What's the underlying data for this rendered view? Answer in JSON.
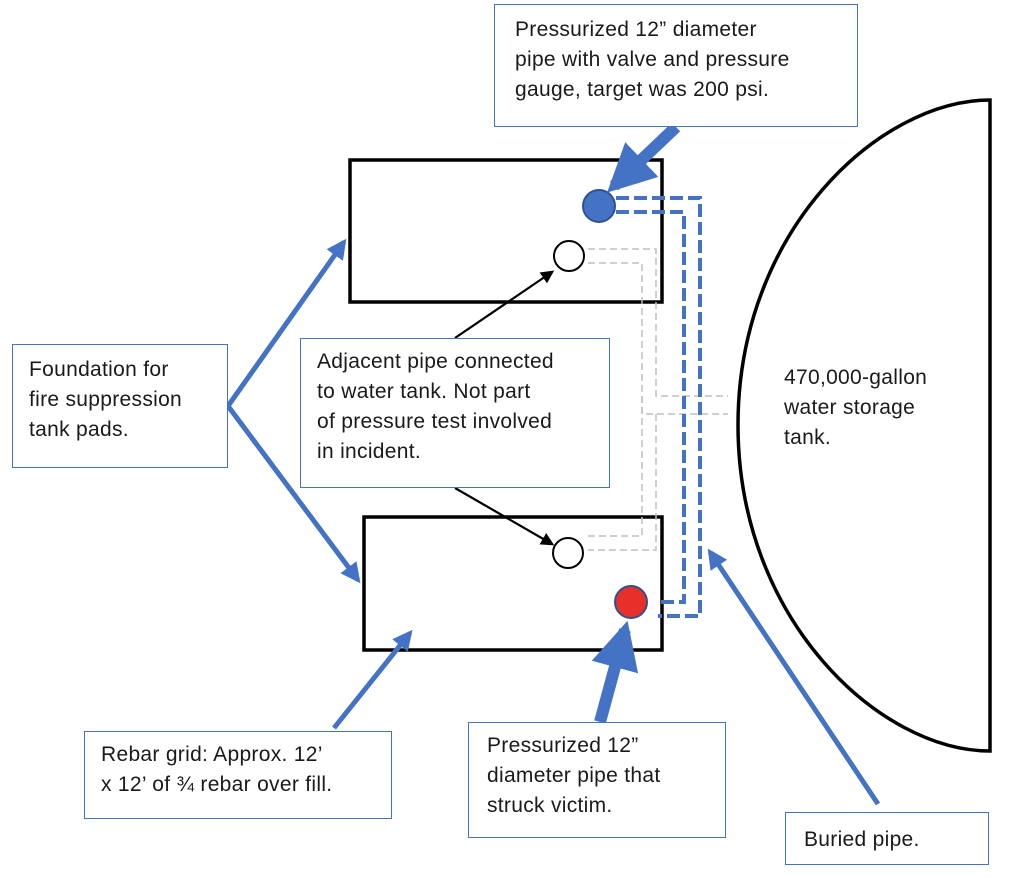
{
  "callouts": {
    "pressurized_top": [
      "Pressurized 12” diameter",
      "pipe with valve and pressure",
      "gauge, target was 200 psi."
    ],
    "foundation": [
      "Foundation for",
      "fire suppression",
      "tank pads."
    ],
    "adjacent": [
      "Adjacent pipe connected",
      "to water tank.  Not part",
      "of pressure test involved",
      "in incident."
    ],
    "tank": [
      "470,000-gallon",
      "water storage",
      "tank."
    ],
    "rebar": [
      "Rebar grid:  Approx. 12’",
      "x 12’ of ¾ rebar over fill."
    ],
    "pressurized_bottom": [
      "Pressurized 12”",
      "diameter pipe that",
      "struck victim."
    ],
    "buried": [
      "Buried pipe."
    ]
  },
  "colors": {
    "arrow_blue": "#4472c4",
    "pipe_blue": "#4472c4",
    "pipe_gray": "#bfbfbf",
    "pressurized_valve_blue": "#4472c4",
    "struck_pipe_red": "#e8302a",
    "outline": "#000000"
  }
}
